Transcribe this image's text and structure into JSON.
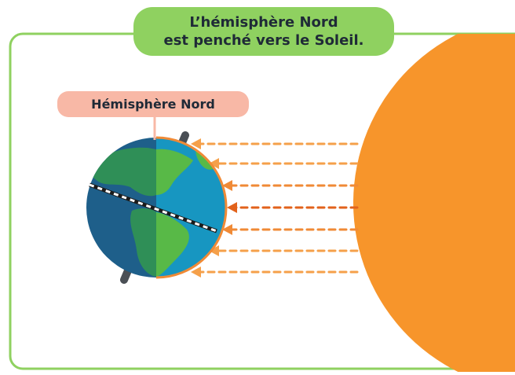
{
  "title": {
    "line1": "L’hémisphère Nord",
    "line2": "est penché vers le Soleil."
  },
  "hemisphere_label": "Hémisphère Nord",
  "colors": {
    "frame": "#8fd160",
    "title_bg": "#8fd160",
    "label_bg": "#f8b8a6",
    "sun": "#f7952b",
    "ray_light": "#f5a04a",
    "ray_dark": "#e2621b",
    "ocean_light": "#1796c1",
    "ocean_dark": "#1e5f8a",
    "land_light": "#58b947",
    "land_dark": "#2f8f57",
    "axis": "#4a4f55"
  },
  "icons": [
    "earth-globe-icon",
    "sun-icon",
    "sun-ray-arrow-icon"
  ]
}
